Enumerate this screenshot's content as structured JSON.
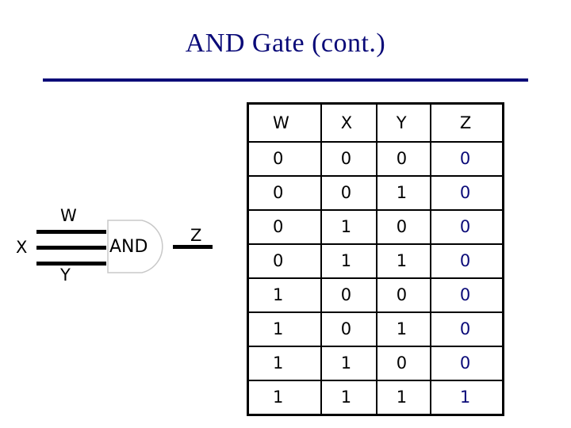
{
  "slide": {
    "title": "AND Gate (cont.)"
  },
  "gate": {
    "label": "AND",
    "inputs": [
      "W",
      "X",
      "Y"
    ],
    "output": "Z"
  },
  "truth_table": {
    "headers": [
      "W",
      "X",
      "Y",
      "Z"
    ],
    "rows": [
      [
        "0",
        "0",
        "0",
        "0"
      ],
      [
        "0",
        "0",
        "1",
        "0"
      ],
      [
        "0",
        "1",
        "0",
        "0"
      ],
      [
        "0",
        "1",
        "1",
        "0"
      ],
      [
        "1",
        "0",
        "0",
        "0"
      ],
      [
        "1",
        "0",
        "1",
        "0"
      ],
      [
        "1",
        "1",
        "0",
        "0"
      ],
      [
        "1",
        "1",
        "1",
        "1"
      ]
    ]
  },
  "colors": {
    "title": "#0a0a78",
    "output_column": "#0a0a78",
    "lines": "#000000"
  }
}
